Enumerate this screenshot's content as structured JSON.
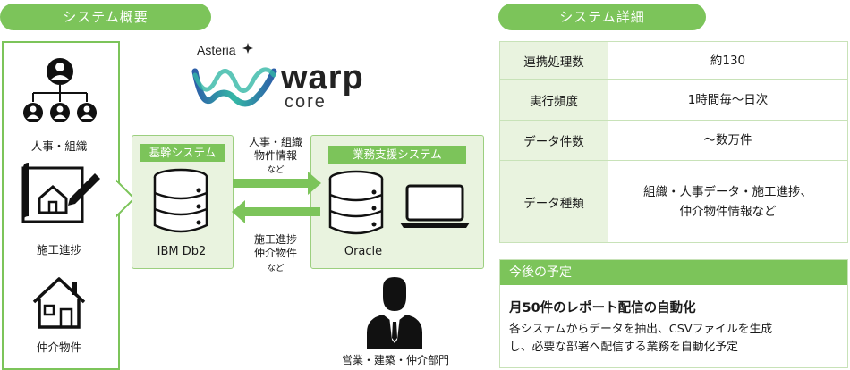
{
  "overview_title": "システム概要",
  "detail_title": "システム詳細",
  "left_panel": {
    "items": [
      {
        "label": "人事・組織"
      },
      {
        "label": "施工進捗"
      },
      {
        "label": "仲介物件"
      }
    ]
  },
  "logo": {
    "brand": "Asteria",
    "product": "warp",
    "edition": "core"
  },
  "core_system": {
    "title": "基幹システム",
    "db_label": "IBM Db2"
  },
  "business_system": {
    "title": "業務支援システム",
    "db_label": "Oracle"
  },
  "flow_right": {
    "line1": "人事・組織",
    "line2": "物件情報",
    "note": "など"
  },
  "flow_left": {
    "line1": "施工進捗",
    "line2": "仲介物件",
    "note": "など"
  },
  "users": {
    "label": "営業・建築・仲介部門"
  },
  "details": [
    {
      "key": "連携処理数",
      "value": "約130"
    },
    {
      "key": "実行頻度",
      "value": "1時間毎〜日次"
    },
    {
      "key": "データ件数",
      "value": "〜数万件"
    },
    {
      "key": "データ種類",
      "value_line1": "組織・人事データ・施工進捗、",
      "value_line2": "仲介物件情報など"
    }
  ],
  "plan": {
    "header": "今後の予定",
    "title": "月50件のレポート配信の自動化",
    "body_line1": "各システムからデータを抽出、CSVファイルを生成",
    "body_line2": "し、必要な部署へ配信する業務を自動化予定"
  },
  "colors": {
    "accent": "#7cc45a",
    "light": "#e9f3df",
    "logo_blue": "#2d5fa8",
    "logo_teal": "#35b8a6"
  }
}
